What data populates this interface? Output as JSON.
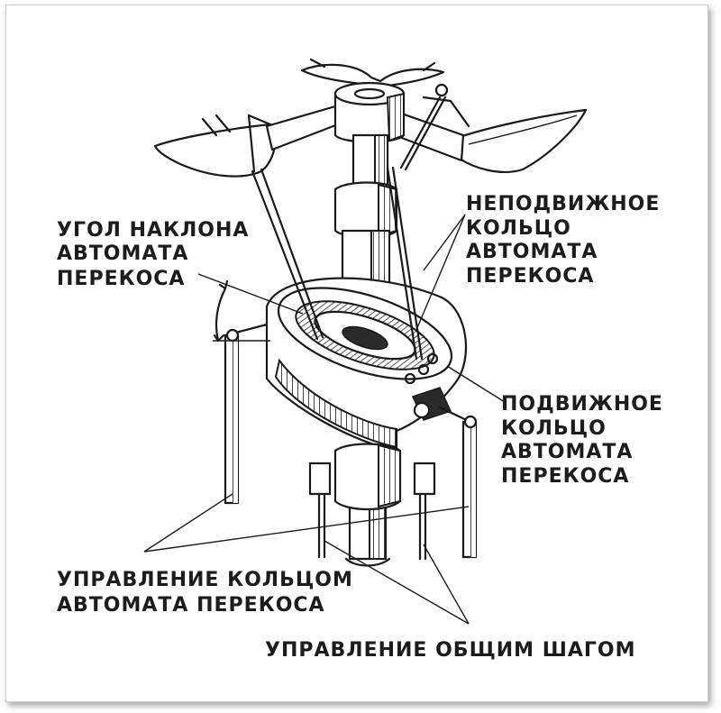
{
  "labels": {
    "tilt_angle": [
      "УГОЛ НАКЛОНА",
      "АВТОМАТА",
      "ПЕРЕКОСА"
    ],
    "fixed_ring": [
      "НЕПОДВИЖНОЕ",
      "КОЛЬЦО",
      "АВТОМАТА",
      "ПЕРЕКОСА"
    ],
    "moving_ring": [
      "ПОДВИЖНОЕ",
      "КОЛЬЦО",
      "АВТОМАТА",
      "ПЕРЕКОСА"
    ],
    "ring_control": [
      "УПРАВЛЕНИЕ КОЛЬЦОМ",
      "АВТОМАТА ПЕРЕКОСА"
    ],
    "collective_control": [
      "УПРАВЛЕНИЕ ОБЩИМ ШАГОМ"
    ]
  }
}
